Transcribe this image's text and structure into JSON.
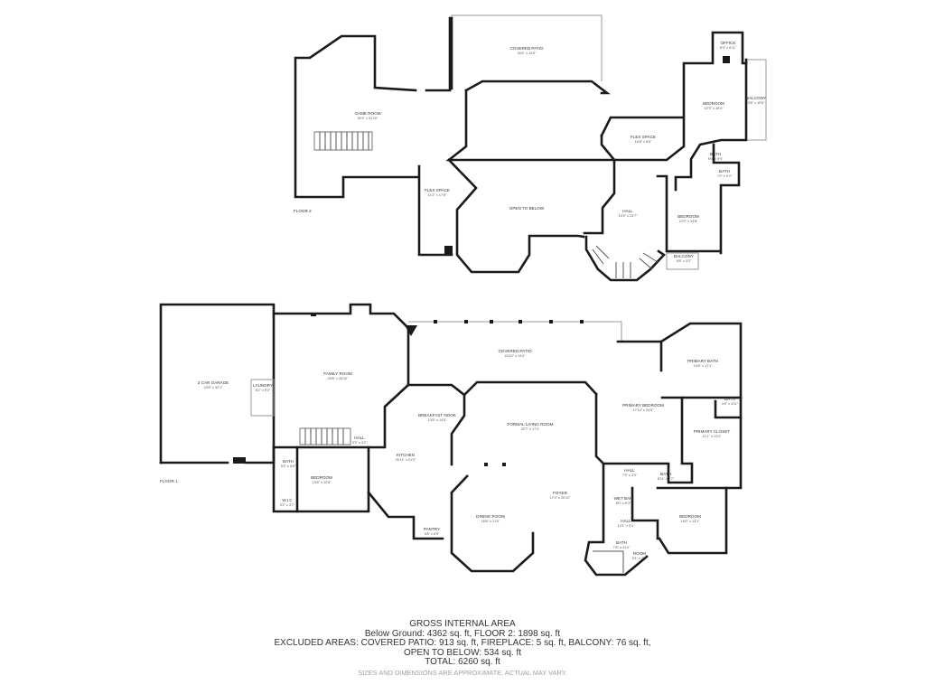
{
  "floor2": {
    "label": "FLOOR 2",
    "rooms": [
      {
        "name": "COVERED PATIO",
        "dims": "30'4\" x 14'5\""
      },
      {
        "name": "OFFICE",
        "dims": "6'3\" x 6'11\""
      },
      {
        "name": "BALCONY",
        "dims": "3'8\" x 15'8\""
      },
      {
        "name": "GAME ROOM",
        "dims": "30'4\" x 31'10\""
      },
      {
        "name": "BEDROOM",
        "dims": "12'3\" x 18'4\""
      },
      {
        "name": "FLEX SPACE",
        "dims": "16'8\" x 8'8\""
      },
      {
        "name": "BATH",
        "dims": "9'0\" x 9'9\""
      },
      {
        "name": "BATH",
        "dims": "7'0\" x 5'2\""
      },
      {
        "name": "FLEX SPACE",
        "dims": "11'2\" x 17'8\""
      },
      {
        "name": "OPEN TO BELOW",
        "dims": ""
      },
      {
        "name": "HALL",
        "dims": "10'9\" x 23'7\""
      },
      {
        "name": "BEDROOM",
        "dims": "12'9\" x 14'8\""
      },
      {
        "name": "BALCONY",
        "dims": "8'8\" x 3'2\""
      }
    ]
  },
  "floor1": {
    "label": "FLOOR 1",
    "rooms": [
      {
        "name": "COVERED PATIO",
        "dims": "43'10\" x 14'4\""
      },
      {
        "name": "3 CAR GARAGE",
        "dims": "22'8\" x 32'1\""
      },
      {
        "name": "LAUNDRY",
        "dims": "6'2\" x 9'2\""
      },
      {
        "name": "FAMILY ROOM",
        "dims": "26'8\" x 26'10\""
      },
      {
        "name": "PRIMARY BATH",
        "dims": "10'8\" x 17'1\""
      },
      {
        "name": "BATH",
        "dims": "4'9\" x 4'11\""
      },
      {
        "name": "PRIMARY BEDROOM",
        "dims": "17'10\" x 24'5\""
      },
      {
        "name": "PRIMARY CLOSET",
        "dims": "11'1\" x 13'4\""
      },
      {
        "name": "BREAKFAST NOOK",
        "dims": "13'5\" x 14'5\""
      },
      {
        "name": "FORMAL LIVING ROOM",
        "dims": "32'7\" x 17'1\""
      },
      {
        "name": "HALL",
        "dims": "3'2\" x 3'2\""
      },
      {
        "name": "KITCHEN",
        "dims": "20'11\" x 21'0\""
      },
      {
        "name": "BATH",
        "dims": "5'2\" x 8'8\""
      },
      {
        "name": "BEDROOM",
        "dims": "13'8\" x 12'8\""
      },
      {
        "name": "W.I.C",
        "dims": "5'2\" x 3'7\""
      },
      {
        "name": "HALL",
        "dims": "7'9\" x 4'0\""
      },
      {
        "name": "BATH",
        "dims": "8'11\" x 4'7\""
      },
      {
        "name": "FOYER",
        "dims": "17'0\" x 20'10\""
      },
      {
        "name": "WET BAR",
        "dims": "8'0\" x 6'3\""
      },
      {
        "name": "BEDROOM",
        "dims": "16'0\" x 13'1\""
      },
      {
        "name": "HALL",
        "dims": "10'1\" x 3'1\""
      },
      {
        "name": "DINING ROOM",
        "dims": "16'6\" x 21'0\""
      },
      {
        "name": "PANTRY",
        "dims": "5'8\" x 6'9\""
      },
      {
        "name": "BATH",
        "dims": "7'6\" x 4'10\""
      },
      {
        "name": "ROOM",
        "dims": "5'1\" x 7'2\""
      }
    ]
  },
  "summary": {
    "heading": "GROSS INTERNAL AREA",
    "line1": "Below Ground: 4362 sq. ft, FLOOR 2: 1898 sq. ft",
    "line2": "EXCLUDED AREAS: COVERED PATIO: 913 sq. ft, FIREPLACE: 5 sq. ft, BALCONY: 76 sq. ft,",
    "line3": "OPEN TO BELOW: 534 sq. ft",
    "line4": "TOTAL: 6260 sq. ft",
    "disclaimer": "SIZES AND DIMENSIONS ARE APPROXIMATE, ACTUAL MAY VARY."
  }
}
